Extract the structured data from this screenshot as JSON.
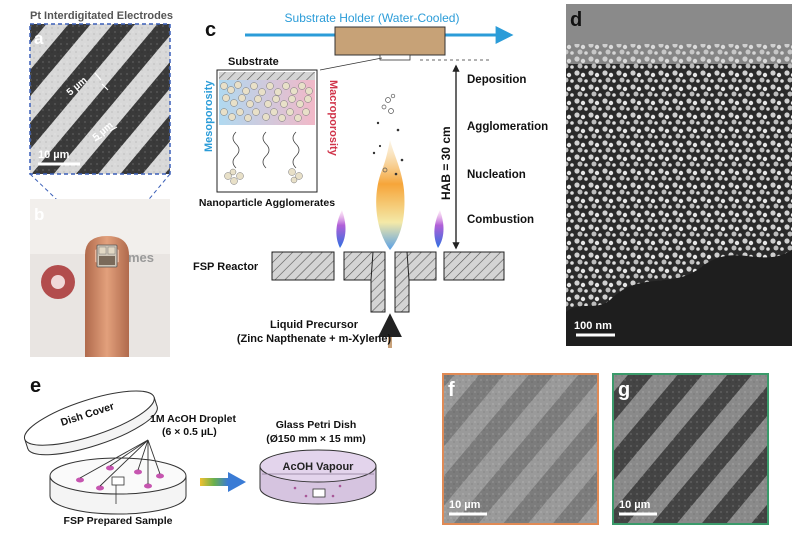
{
  "panel_a": {
    "letter": "a",
    "title": "Pt Interdigitated Electrodes",
    "gap_label_1": "5 µm",
    "gap_label_2": "5 µm",
    "scalebar": "10 µm"
  },
  "panel_b": {
    "letter": "b"
  },
  "panel_c": {
    "letter": "c",
    "substrate_holder": "Substrate Holder (Water-Cooled)",
    "substrate_label": "Substrate",
    "mesoporosity": "Mesoporosity",
    "macroporosity": "Macroporosity",
    "agglomerates_label": "Nanoparticle Agglomerates",
    "reactor_label": "FSP Reactor",
    "precursor_line1": "Liquid Precursor",
    "precursor_line2": "(Zinc Napthenate + m-Xylene)",
    "hab_label": "HAB = 30 cm",
    "stages": [
      "Deposition",
      "Agglomeration",
      "Nucleation",
      "Combustion"
    ]
  },
  "panel_d": {
    "letter": "d",
    "scalebar": "100 nm"
  },
  "panel_e": {
    "letter": "e",
    "dish_cover": "Dish Cover",
    "droplet_line1": "1M AcOH Droplet",
    "droplet_line2": "(6 × 0.5 µL)",
    "petri_line1": "Glass Petri Dish",
    "petri_line2": "(Ø150 mm × 15 mm)",
    "vapour_label": "AcOH Vapour",
    "sample_label": "FSP Prepared Sample"
  },
  "panel_f": {
    "letter": "f",
    "scalebar": "10 µm",
    "border_color": "#e08a55"
  },
  "panel_g": {
    "letter": "g",
    "scalebar": "10 µm",
    "border_color": "#3a9a6a"
  },
  "colors": {
    "holder_arrow": "#2b9cd8",
    "mesoporosity": "#2b9cd8",
    "macroporosity": "#d0344a",
    "substrate_block": "#c7a277",
    "precursor_arrow": "#c9a27a"
  }
}
